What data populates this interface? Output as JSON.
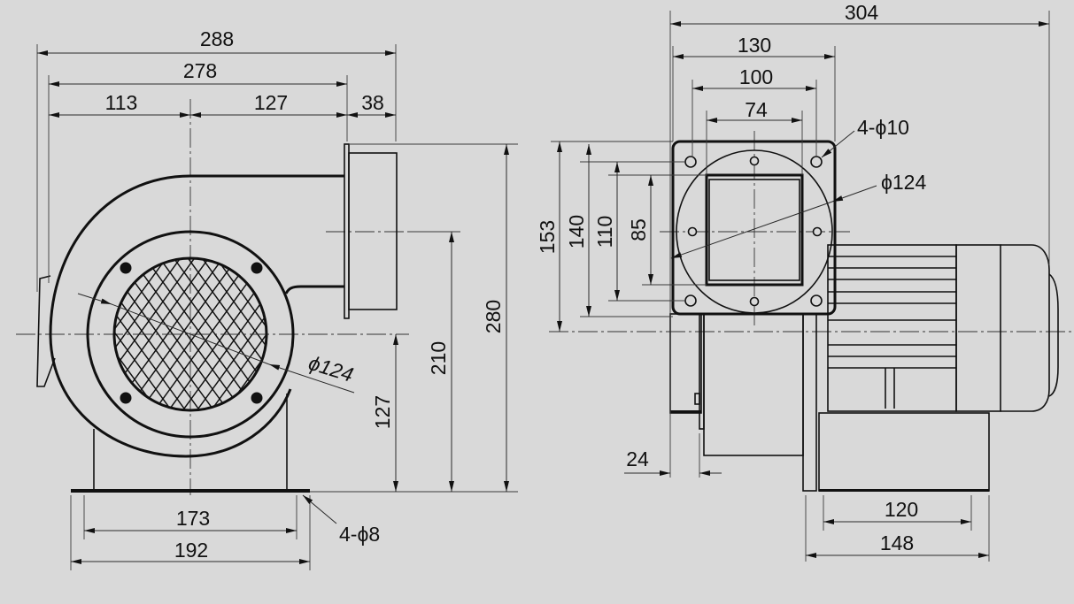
{
  "drawing": {
    "front_view": {
      "dims": {
        "overall_width": "288",
        "housing_width": "278",
        "left_to_center": "113",
        "center_to_outlet": "127",
        "outlet_flange": "38",
        "center_height": "127",
        "outlet_center_height": "210",
        "overall_height": "280",
        "base_hole_spacing": "173",
        "base_width": "192",
        "inlet_diameter": "ϕ124",
        "base_holes": "4-ϕ8"
      }
    },
    "side_view": {
      "dims": {
        "overall_length": "304",
        "flange_width": "130",
        "hole_spacing_h": "100",
        "opening_width": "74",
        "flange_height": "153",
        "hole_spacing_outer_v": "140",
        "hole_spacing_v": "110",
        "opening_height": "85",
        "flange_holes": "4-ϕ10",
        "flange_circle": "ϕ124",
        "flange_offset": "24",
        "motor_foot_spacing": "120",
        "motor_base_length": "148"
      }
    }
  }
}
